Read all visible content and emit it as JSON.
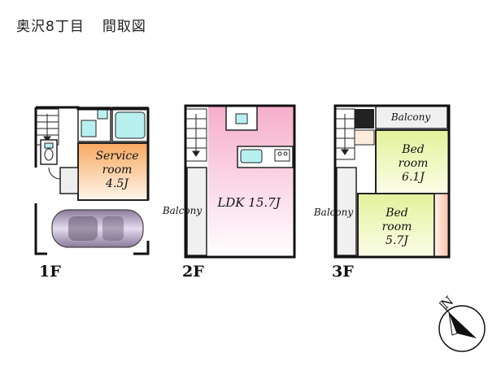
{
  "title": {
    "address": "奥沢8丁目",
    "doc": "間取図"
  },
  "floors": {
    "f1": {
      "label": "1F",
      "service_room": {
        "line1": "Service",
        "line2": "room",
        "size": "4.5J"
      }
    },
    "f2": {
      "label": "2F",
      "balcony": "Balcony",
      "ldk": "LDK 15.7J"
    },
    "f3": {
      "label": "3F",
      "balcony_top": "Balcony",
      "balcony_side": "Balcony",
      "bed1": {
        "line1": "Bed",
        "line2": "room",
        "size": "6.1J"
      },
      "bed2": {
        "line1": "Bed",
        "line2": "room",
        "size": "5.7J"
      }
    }
  },
  "compass": {
    "north": "N"
  },
  "colors": {
    "service_room": "#f8b870",
    "ldk": "#f8b6d0",
    "bedroom": "#e8f5a0",
    "bed2_side": "#f8c8b0",
    "fixture": "#b8f0f0",
    "wall": "#111111"
  }
}
